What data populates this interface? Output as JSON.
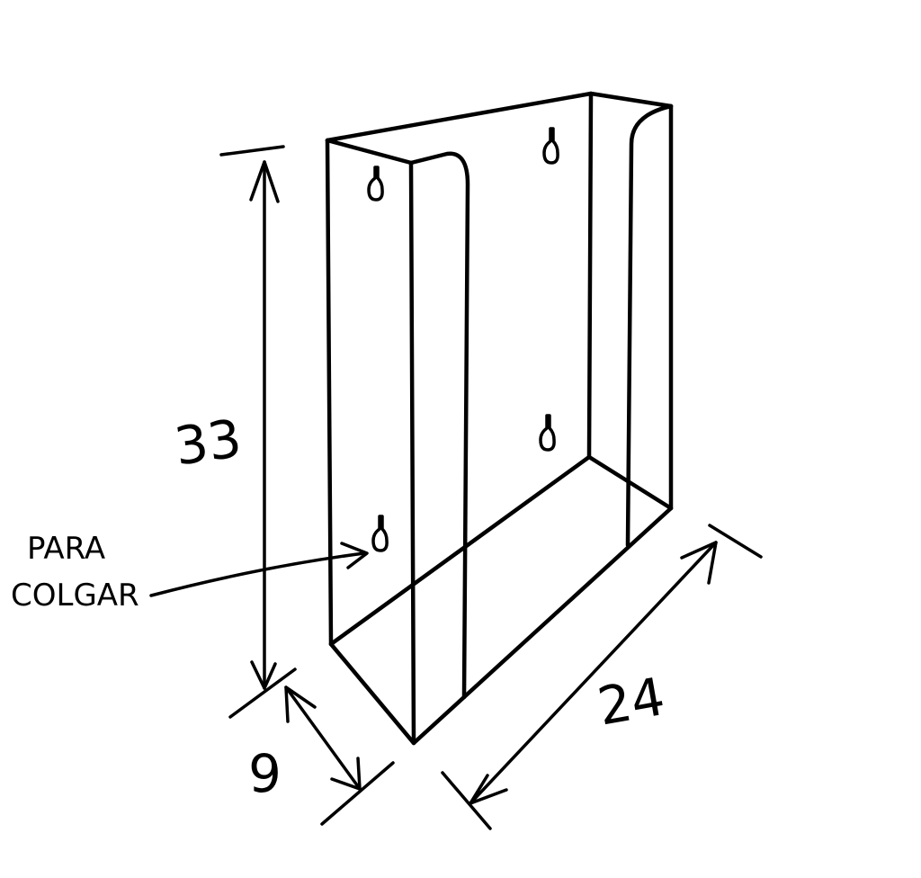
{
  "diagram": {
    "subject": "Wall-mounted open-front holder (isometric sketch)",
    "dimensions": {
      "height": "33",
      "depth": "9",
      "width": "24"
    },
    "annotation": {
      "line1": "PARA",
      "line2": "COLGAR"
    },
    "keyholes": 4,
    "colors": {
      "stroke": "#000000",
      "background": "#ffffff"
    }
  }
}
